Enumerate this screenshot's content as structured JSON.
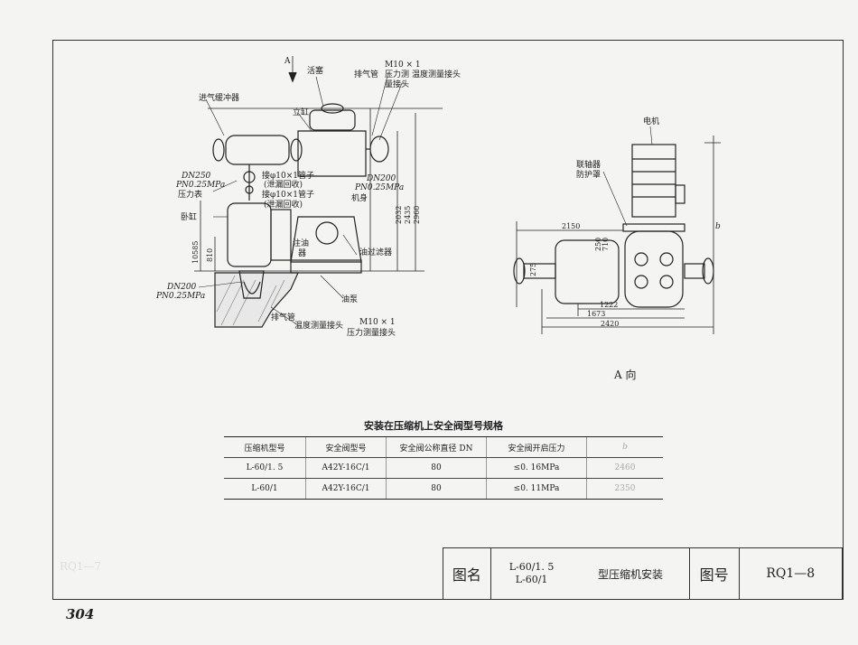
{
  "left_view": {
    "labels": {
      "piston": "活塞",
      "exhaust_pipe_top": "排气管",
      "m10_top": "M10 × 1",
      "pressure_port_top": "压力测",
      "pressure_port_top2": "量接头",
      "temp_port_top": "温度测量接头",
      "inlet_buffer": "进气缓冲器",
      "vertical_cyl": "立缸",
      "dn250": "DN250",
      "pn025_a": "PN0.25MPa",
      "gauge": "压力表",
      "pipe1": "接φ10×1管子",
      "pipe1b": "(泄漏回收)",
      "pipe2": "接φ10×1管子",
      "pipe2b": "(泄漏回收)",
      "dn200_r": "DN200",
      "pn025_b": "PN0.25MPa",
      "frame_body": "机身",
      "horizontal_cyl": "卧缸",
      "oil_fill": "注油",
      "oil_fill2": "器",
      "oil_filter": "油过滤器",
      "dn200_l": "DN200",
      "pn025_c": "PN0.25MPa",
      "oil_pump": "油泵",
      "exhaust_pipe_bot": "排气管",
      "temp_port_bot": "温度测量接头",
      "m10_bot": "M10 × 1",
      "pressure_port_bot": "压力测量接头",
      "arrow_a": "A"
    },
    "dims": {
      "d2032": "2032",
      "d2435": "2435",
      "d2960": "2960",
      "d10585": "10585",
      "d810": "810"
    }
  },
  "right_view": {
    "labels": {
      "motor": "电机",
      "coupling": "联轴器",
      "guard": "防护罩",
      "b": "b",
      "view_label": "A 向"
    },
    "dims": {
      "d2150": "2150",
      "d1222": "1222",
      "d1673": "1673",
      "d2420": "2420",
      "d250": "250",
      "d710": "710",
      "d275": "275"
    }
  },
  "spec_table": {
    "title": "安装在压缩机上安全阀型号规格",
    "headers": [
      "压缩机型号",
      "安全阀型号",
      "安全阀公称直径 DN",
      "安全阀开启压力",
      "b"
    ],
    "rows": [
      [
        "L-60/1. 5",
        "A42Y-16C/1",
        "80",
        "≤0. 16MPa",
        "2460"
      ],
      [
        "L-60/1",
        "A42Y-16C/1",
        "80",
        "≤0. 11MPa",
        "2350"
      ]
    ]
  },
  "title_block": {
    "name_label": "图名",
    "name_line1": "L-60/1. 5",
    "name_line2": "L-60/1",
    "name_suffix": "型压缩机安装",
    "number_label": "图号",
    "number": "RQ1—8"
  },
  "page_number": "304",
  "ghost_text": "RQ1—7"
}
